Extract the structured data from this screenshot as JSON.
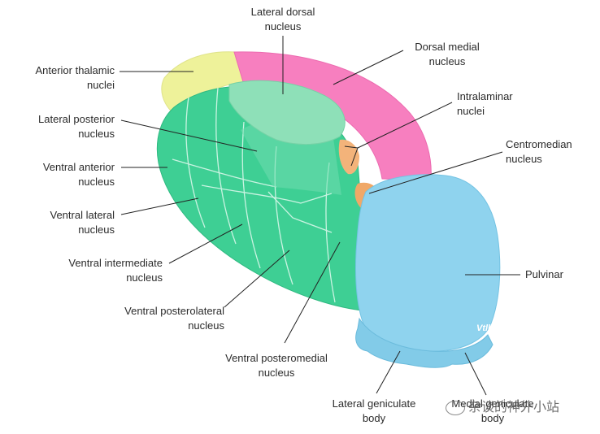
{
  "labels": {
    "lateral_dorsal": [
      "Lateral dorsal",
      "nucleus"
    ],
    "dorsal_medial": [
      "Dorsal medial",
      "nucleus"
    ],
    "anterior": [
      "Anterior thalamic",
      "nuclei"
    ],
    "intralaminar": [
      "Intralaminar",
      "nuclei"
    ],
    "lateral_posterior": [
      "Lateral posterior",
      "nucleus"
    ],
    "centromedian": [
      "Centromedian",
      "nucleus"
    ],
    "ventral_anterior": [
      "Ventral anterior",
      "nucleus"
    ],
    "ventral_lateral": [
      "Ventral lateral",
      "nucleus"
    ],
    "pulvinar": [
      "Pulvinar"
    ],
    "ventral_intermediate": [
      "Ventral intermediate",
      "nucleus"
    ],
    "vpl": [
      "Ventral posterolateral",
      "nucleus"
    ],
    "vpm": [
      "Ventral posteromedial",
      "nucleus"
    ],
    "lateral_geniculate": [
      "Lateral geniculate",
      "body"
    ],
    "medial_geniculate": [
      "Medial geniculate",
      "body"
    ]
  },
  "watermark": "杂谈的神外小站",
  "badge": "Vtlh",
  "colors": {
    "anterior": "#eef29a",
    "dorsal_medial": "#f77fbf",
    "lateral_group": "#3ecf94",
    "lateral_dorsal": "#8ee0b8",
    "pulvinar": "#8fd3ee",
    "intralaminar": "#f3b37a"
  }
}
